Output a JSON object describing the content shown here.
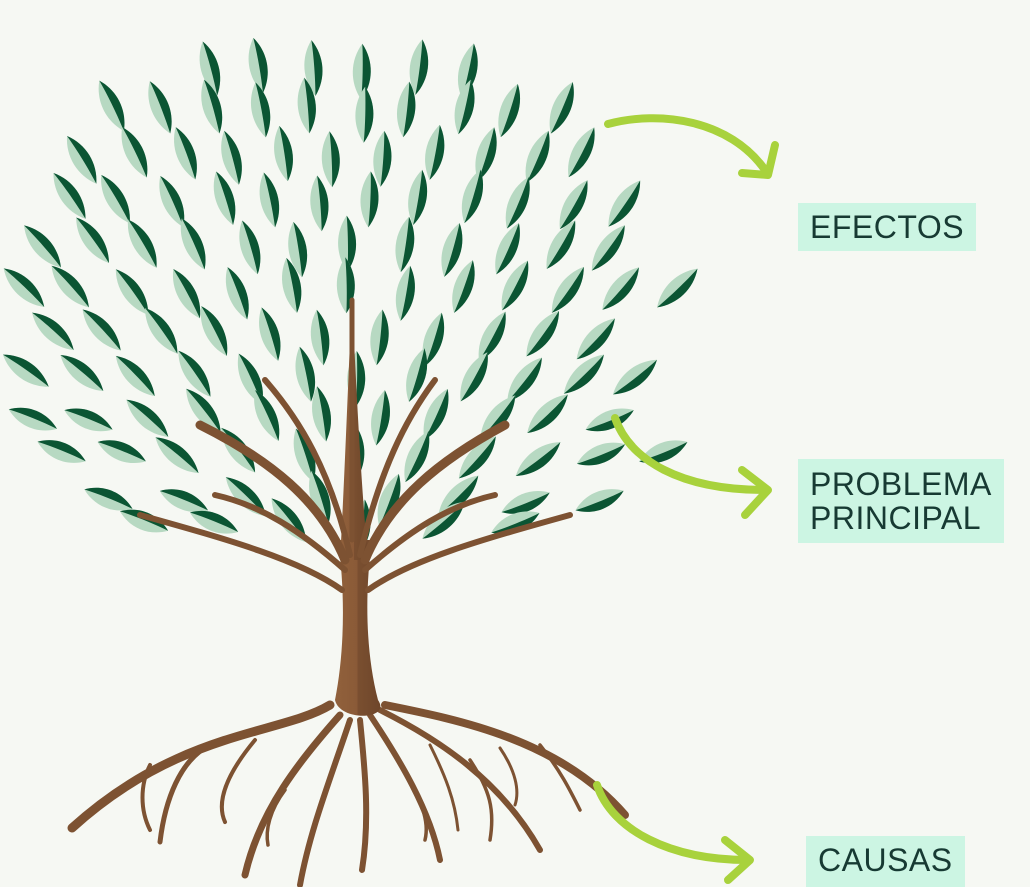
{
  "diagram": {
    "labels": {
      "effects": "EFECTOS",
      "main_problem_line1": "PROBLEMA",
      "main_problem_line2": "PRINCIPAL",
      "causes": "CAUSAS"
    },
    "colors": {
      "background": "#f6f8f3",
      "leaf_dark": "#0b5533",
      "leaf_light": "#b7d9c2",
      "trunk": "#7d5232",
      "trunk_highlight": "#91613c",
      "arrow": "#a8d23c",
      "label_bg": "#ccf5e3",
      "label_text": "#173a33"
    },
    "icons": {
      "arrows": "curved-arrow-icon",
      "tree": "tree-illustration"
    }
  }
}
